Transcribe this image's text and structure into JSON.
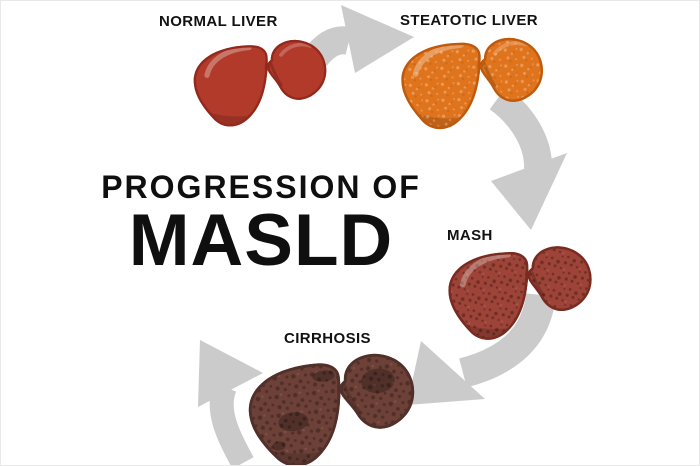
{
  "title": {
    "line1": "PROGRESSION OF",
    "line2": "MASLD"
  },
  "stages": [
    {
      "name": "Normal liver",
      "label": "NORMAL LIVER",
      "liver_color": "#b23a2a",
      "edge_color": "#93291d"
    },
    {
      "name": "Steatotic liver",
      "label": "STEATOTIC LIVER",
      "liver_color": "#e0741d",
      "edge_color": "#bf5a0d"
    },
    {
      "name": "MASH",
      "label": "MASH",
      "liver_color": "#9d4337",
      "edge_color": "#7a2b21"
    },
    {
      "name": "Cirrhosis",
      "label": "CIRRHOSIS",
      "liver_color": "#6d4138",
      "edge_color": "#51302a"
    }
  ],
  "flow": {
    "arrow_color": "#cbcbcb",
    "sequence": "NORMAL LIVER → STEATOTIC LIVER → MASH → CIRRHOSIS"
  },
  "colors": {
    "background": "#ffffff",
    "text": "#121212"
  }
}
